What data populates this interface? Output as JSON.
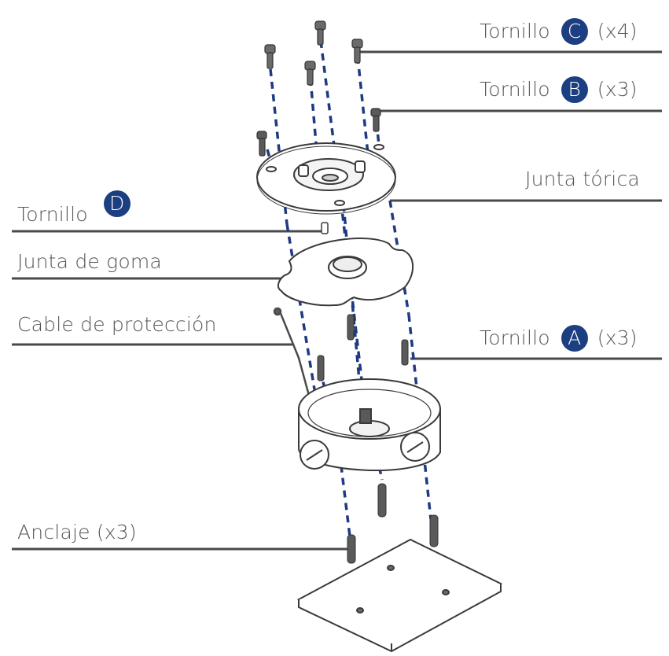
{
  "diagram": {
    "title": "Exploded assembly diagram of camera junction box mount",
    "colors": {
      "badge": "#1b3f80",
      "leader_line": "#4a4a4a",
      "dashed_guide": "#1e3a82",
      "outline": "#3a3a3a",
      "label_text": "#555555"
    },
    "labels": [
      {
        "id": "tornillo-c",
        "text": "Tornillo",
        "badge": "C",
        "qty": "(x4)",
        "side": "right"
      },
      {
        "id": "tornillo-b",
        "text": "Tornillo",
        "badge": "B",
        "qty": "(x3)",
        "side": "right"
      },
      {
        "id": "junta-torica",
        "text": "Junta tórica",
        "badge": "",
        "qty": "",
        "side": "right"
      },
      {
        "id": "tornillo-d",
        "text": "Tornillo",
        "badge": "D",
        "qty": "",
        "side": "left"
      },
      {
        "id": "junta-goma",
        "text": "Junta de goma",
        "badge": "",
        "qty": "",
        "side": "left"
      },
      {
        "id": "cable-proteccion",
        "text": "Cable de protección",
        "badge": "",
        "qty": "",
        "side": "left"
      },
      {
        "id": "tornillo-a",
        "text": "Tornillo",
        "badge": "A",
        "qty": "(x3)",
        "side": "right"
      },
      {
        "id": "anclaje",
        "text": "Anclaje (x3)",
        "badge": "",
        "qty": "",
        "side": "left"
      }
    ],
    "parts": [
      "Tornillo C screws (4)",
      "Tornillo B screws (3)",
      "Junta tórica plate",
      "Tornillo D screw",
      "Junta de goma gasket",
      "Cable de protección",
      "Tornillo A screws (3)",
      "Junction box",
      "Anclaje anchors (3)",
      "Wall surface"
    ]
  }
}
